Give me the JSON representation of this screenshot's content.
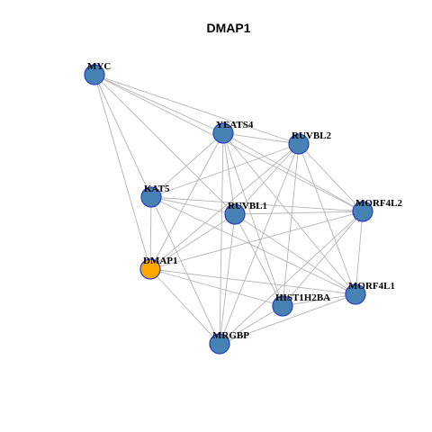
{
  "title": "DMAP1",
  "colors": {
    "default_node": "#4682b4",
    "highlight_node": "#ffa500",
    "node_border": "#2a3fbf",
    "edge": "#b4b4b4"
  },
  "network": {
    "nodes": [
      {
        "id": "MYC",
        "label": "MYC",
        "highlight": false
      },
      {
        "id": "YEATS4",
        "label": "YEATS4",
        "highlight": false
      },
      {
        "id": "RUVBL2",
        "label": "RUVBL2",
        "highlight": false
      },
      {
        "id": "KAT5",
        "label": "KAT5",
        "highlight": false
      },
      {
        "id": "RUVBL1",
        "label": "RUVBL1",
        "highlight": false
      },
      {
        "id": "MORF4L2",
        "label": "MORF4L2",
        "highlight": false
      },
      {
        "id": "DMAP1",
        "label": "DMAP1",
        "highlight": true
      },
      {
        "id": "MORF4L1",
        "label": "MORF4L1",
        "highlight": false
      },
      {
        "id": "HIST1H2BA",
        "label": "HIST1H2BA",
        "highlight": false
      },
      {
        "id": "MRGBP",
        "label": "MRGBP",
        "highlight": false
      }
    ],
    "edges": [
      [
        "MYC",
        "YEATS4"
      ],
      [
        "MYC",
        "RUVBL2"
      ],
      [
        "MYC",
        "KAT5"
      ],
      [
        "MYC",
        "RUVBL1"
      ],
      [
        "MYC",
        "DMAP1"
      ],
      [
        "MYC",
        "MORF4L2"
      ],
      [
        "YEATS4",
        "RUVBL2"
      ],
      [
        "YEATS4",
        "KAT5"
      ],
      [
        "YEATS4",
        "RUVBL1"
      ],
      [
        "YEATS4",
        "MORF4L2"
      ],
      [
        "YEATS4",
        "DMAP1"
      ],
      [
        "YEATS4",
        "MORF4L1"
      ],
      [
        "YEATS4",
        "HIST1H2BA"
      ],
      [
        "YEATS4",
        "MRGBP"
      ],
      [
        "RUVBL2",
        "KAT5"
      ],
      [
        "RUVBL2",
        "RUVBL1"
      ],
      [
        "RUVBL2",
        "MORF4L2"
      ],
      [
        "RUVBL2",
        "DMAP1"
      ],
      [
        "RUVBL2",
        "MORF4L1"
      ],
      [
        "RUVBL2",
        "HIST1H2BA"
      ],
      [
        "RUVBL2",
        "MRGBP"
      ],
      [
        "KAT5",
        "RUVBL1"
      ],
      [
        "KAT5",
        "DMAP1"
      ],
      [
        "KAT5",
        "MORF4L1"
      ],
      [
        "KAT5",
        "MRGBP"
      ],
      [
        "KAT5",
        "MORF4L2"
      ],
      [
        "RUVBL1",
        "MORF4L2"
      ],
      [
        "RUVBL1",
        "DMAP1"
      ],
      [
        "RUVBL1",
        "MORF4L1"
      ],
      [
        "RUVBL1",
        "HIST1H2BA"
      ],
      [
        "RUVBL1",
        "MRGBP"
      ],
      [
        "MORF4L2",
        "DMAP1"
      ],
      [
        "MORF4L2",
        "MORF4L1"
      ],
      [
        "MORF4L2",
        "HIST1H2BA"
      ],
      [
        "MORF4L2",
        "MRGBP"
      ],
      [
        "DMAP1",
        "MORF4L1"
      ],
      [
        "DMAP1",
        "HIST1H2BA"
      ],
      [
        "DMAP1",
        "MRGBP"
      ],
      [
        "MORF4L1",
        "HIST1H2BA"
      ],
      [
        "MORF4L1",
        "MRGBP"
      ],
      [
        "HIST1H2BA",
        "MRGBP"
      ]
    ]
  }
}
